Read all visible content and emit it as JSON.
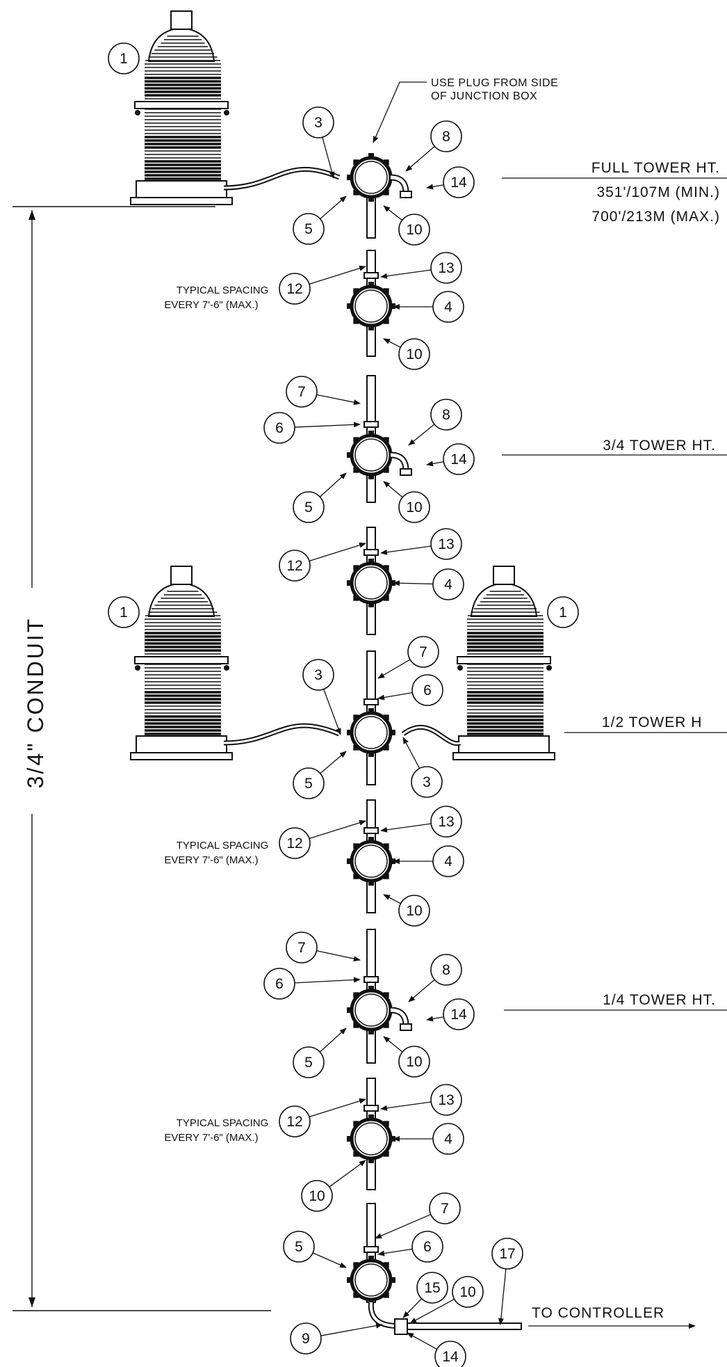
{
  "vertical_dimension_label": "3/4\" CONDUIT",
  "note_top": [
    "USE PLUG FROM SIDE",
    "OF JUNCTION BOX"
  ],
  "levels": {
    "full": {
      "title": "FULL TOWER HT.",
      "min": "351'/107M (MIN.)",
      "max": "700'/213M (MAX.)"
    },
    "three_quarter": {
      "title": "3/4 TOWER HT."
    },
    "half": {
      "title": "1/2 TOWER H"
    },
    "quarter": {
      "title": "1/4 TOWER HT."
    }
  },
  "spacing_notes": [
    [
      "TYPICAL SPACING",
      "EVERY 7'-6\" (MAX.)"
    ],
    [
      "TYPICAL SPACING",
      "EVERY 7'-6\" (MAX.)"
    ],
    [
      "TYPICAL SPACING",
      "EVERY 7'-6\" (MAX.)"
    ]
  ],
  "to_controller": "TO CONTROLLER",
  "callouts": {
    "c1": "1",
    "c2": "3",
    "c3": "5",
    "c4": "10",
    "c5": "8",
    "c6": "14",
    "c7": "12",
    "c8": "13",
    "c9": "4",
    "c10": "10",
    "c11": "7",
    "c12": "6",
    "c13": "8",
    "c14": "14",
    "c15": "5",
    "c16": "10",
    "c17": "12",
    "c18": "13",
    "c19": "4",
    "c20": "1",
    "c21": "1",
    "c22": "7",
    "c23": "6",
    "c24": "3",
    "c25": "5",
    "c26": "3",
    "c27": "12",
    "c28": "13",
    "c29": "4",
    "c30": "10",
    "c31": "7",
    "c32": "6",
    "c33": "8",
    "c34": "14",
    "c35": "5",
    "c36": "10",
    "c37": "12",
    "c38": "13",
    "c39": "4",
    "c40": "10",
    "c41": "7",
    "c42": "5",
    "c43": "6",
    "c44": "17",
    "c45": "15",
    "c46": "10",
    "c47": "9",
    "c48": "14"
  }
}
